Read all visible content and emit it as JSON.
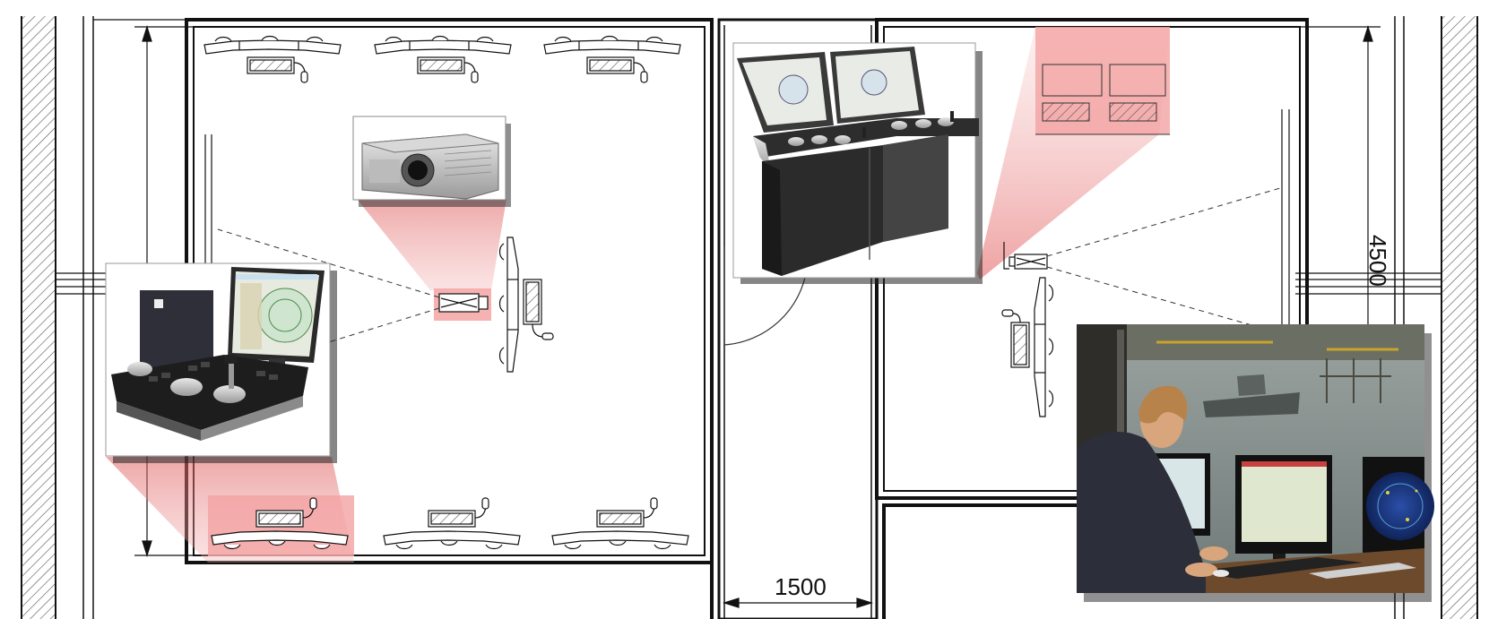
{
  "dimensions": {
    "corridor_width": "1500",
    "room_depth": "4500"
  },
  "photos": {
    "projector": "projector-photo",
    "desktop_console": "desktop-console-photo",
    "cabinet_console": "double-cabinet-console-photo",
    "trainee": "trainee-at-radar-screens-photo"
  },
  "colors": {
    "wall_line": "#111111",
    "hatch": "#555555",
    "highlight": "#f4a3a3",
    "console_dark": "#2a2a2a"
  }
}
